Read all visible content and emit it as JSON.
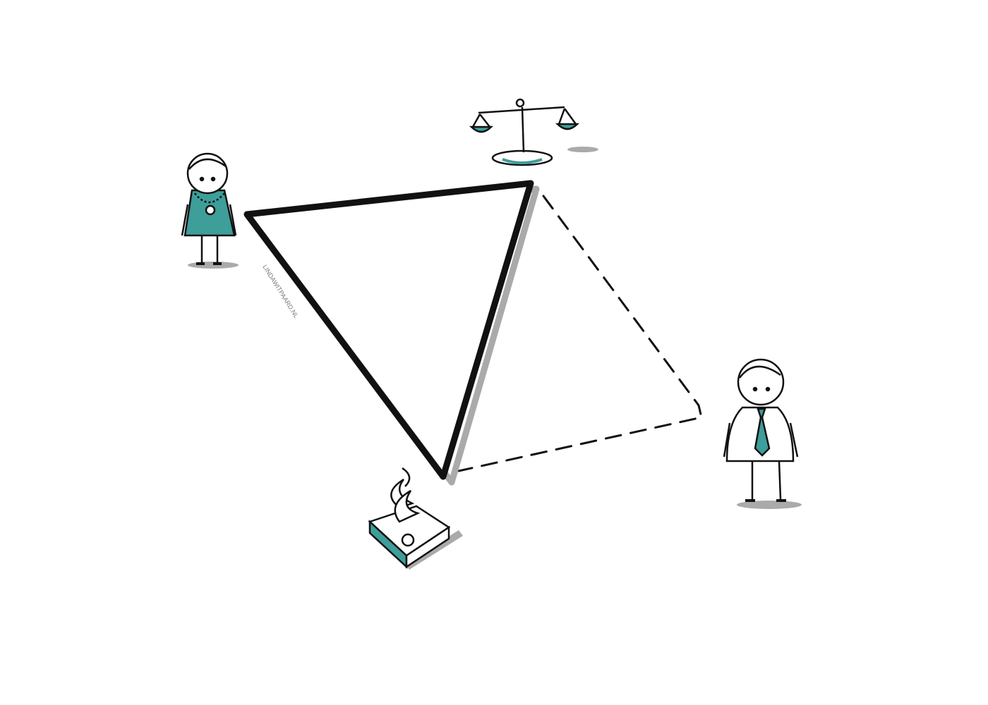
{
  "watermark": "LINDAWITPAARD.NL",
  "colors": {
    "teal": "#3d9e9a",
    "ink": "#111111",
    "shadow": "#a9a9a9"
  },
  "elements": {
    "triangle": "solid-triangle",
    "dashed_triangle": "dashed-triangle",
    "scales": "scales-of-justice-icon",
    "woman": "woman-figure",
    "man": "man-with-tie-figure",
    "book": "police-emblem-book-icon"
  }
}
